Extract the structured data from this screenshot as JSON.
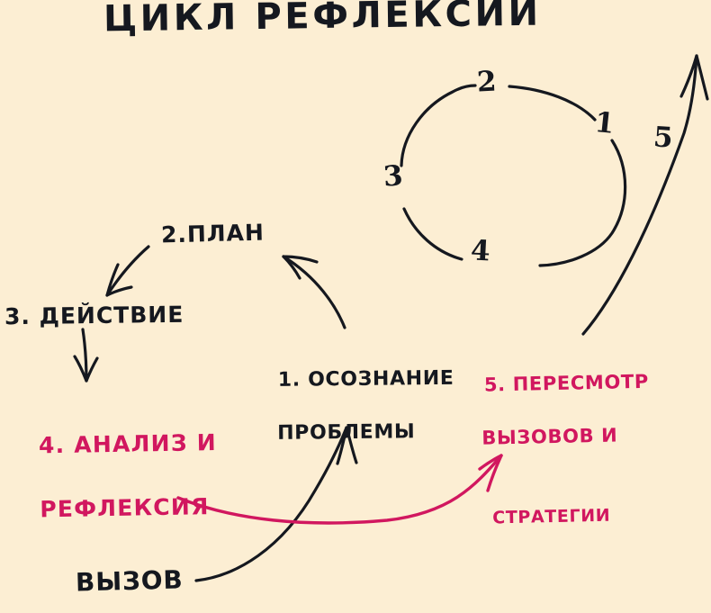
{
  "page": {
    "title": "ЦИКЛ РЕФЛЕКСИИ",
    "background_color": "#FCEED3",
    "ink_color": "#15181F",
    "accent_color": "#D1175F"
  },
  "cycle_ring": {
    "numbers": [
      "1",
      "2",
      "3",
      "4"
    ],
    "outer_number": "5"
  },
  "steps": {
    "step1": {
      "line1": "1. ОСОЗНАНИЕ",
      "line2": "ПРОБЛЕМЫ",
      "color": "#15181F"
    },
    "step2": {
      "line1": "2.ПЛАН",
      "color": "#15181F"
    },
    "step3": {
      "line1": "3. ДЕЙСТВИЕ",
      "color": "#15181F"
    },
    "step4": {
      "line1": "4. АНАЛИЗ И",
      "line2": "РЕФЛЕКСИЯ",
      "color": "#D1175F"
    },
    "step5": {
      "line1": "5. ПЕРЕСМОТР",
      "line2": "ВЫЗОВОВ И",
      "line3": "СТРАТЕГИИ",
      "color": "#D1175F"
    }
  },
  "challenge": {
    "label": "ВЫЗОВ",
    "color": "#15181F"
  }
}
